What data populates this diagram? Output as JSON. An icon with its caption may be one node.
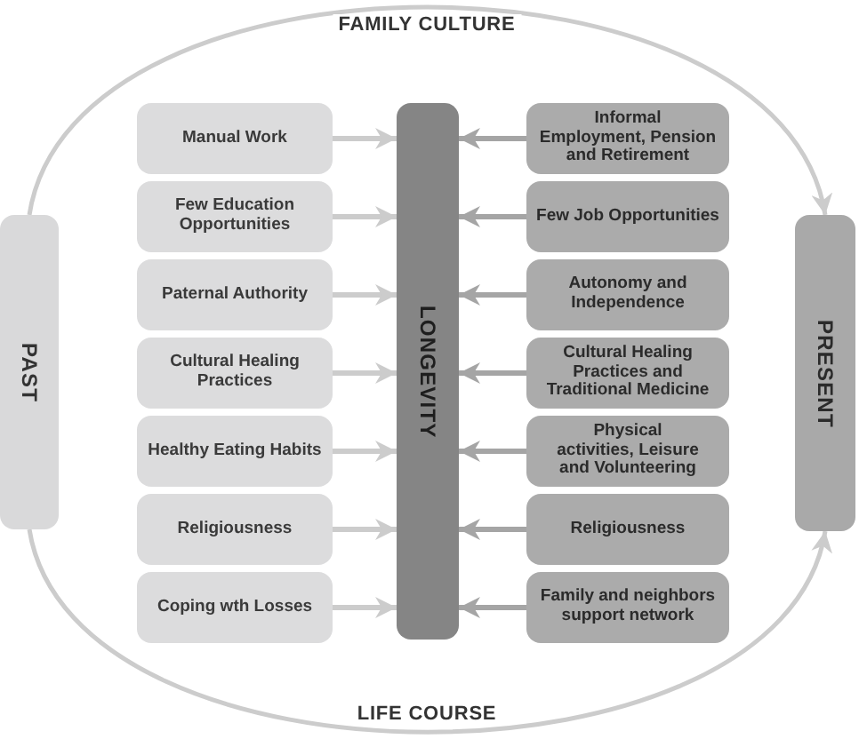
{
  "diagram": {
    "nodes": [
      {
        "text": [
          "PAST"
        ]
      },
      {
        "text": [
          "Manual Work"
        ]
      },
      {
        "text": [
          "Few Education Opportunities"
        ]
      },
      {
        "text": [
          "Paternal Authority"
        ]
      },
      {
        "text": [
          "Cultural Healing Practices"
        ]
      },
      {
        "text": [
          "Healthy Eating Habits"
        ]
      },
      {
        "text": [
          "Religiousness"
        ]
      },
      {
        "text": [
          "Coping wth Losses"
        ]
      },
      {
        "text": [
          "LONGEVITY"
        ]
      },
      {
        "text": [
          "Informal Employment, Pension and Retirement"
        ]
      },
      {
        "text": [
          "Few Job Opportunities"
        ]
      },
      {
        "text": [
          "Autonomy and Independence"
        ]
      },
      {
        "text": [
          "Cultural Healing Practices and Traditional Medicine"
        ]
      },
      {
        "text": [
          "Physical activities, Leisure and Volunteering"
        ]
      },
      {
        "text": [
          "Religiousness"
        ]
      },
      {
        "text": [
          "Family and neighbors support network"
        ]
      },
      {
        "text": [
          "PRESENT"
        ]
      }
    ],
    "edges": [
      {
        "from": 0,
        "to": 16,
        "arrow": "to",
        "label": "FAMILY CULTURE"
      },
      {
        "from": 1,
        "to": 8,
        "arrow": "to"
      },
      {
        "from": 2,
        "to": 8,
        "arrow": "to"
      },
      {
        "from": 3,
        "to": 8,
        "arrow": "to"
      },
      {
        "from": 4,
        "to": 8,
        "arrow": "to"
      },
      {
        "from": 5,
        "to": 8,
        "arrow": "to"
      },
      {
        "from": 6,
        "to": 8,
        "arrow": "to"
      },
      {
        "from": 7,
        "to": 8,
        "arrow": "to"
      },
      {
        "from": 9,
        "to": 8,
        "arrow": "to",
        "color": "#a5a5a5"
      },
      {
        "from": 10,
        "to": 8,
        "arrow": "to",
        "color": "#a5a5a5"
      },
      {
        "from": 11,
        "to": 8,
        "arrow": "to",
        "color": "#a5a5a5"
      },
      {
        "from": 12,
        "to": 8,
        "arrow": "to",
        "color": "#a5a5a5"
      },
      {
        "from": 13,
        "to": 8,
        "arrow": "to",
        "color": "#a5a5a5"
      },
      {
        "from": 14,
        "to": 8,
        "arrow": "to",
        "color": "#a5a5a5"
      },
      {
        "from": 15,
        "to": 8,
        "arrow": "to",
        "color": "#a5a5a5"
      },
      {
        "from": 0,
        "to": 16,
        "arrow": "to",
        "label": "LIFE COURSE"
      }
    ]
  }
}
